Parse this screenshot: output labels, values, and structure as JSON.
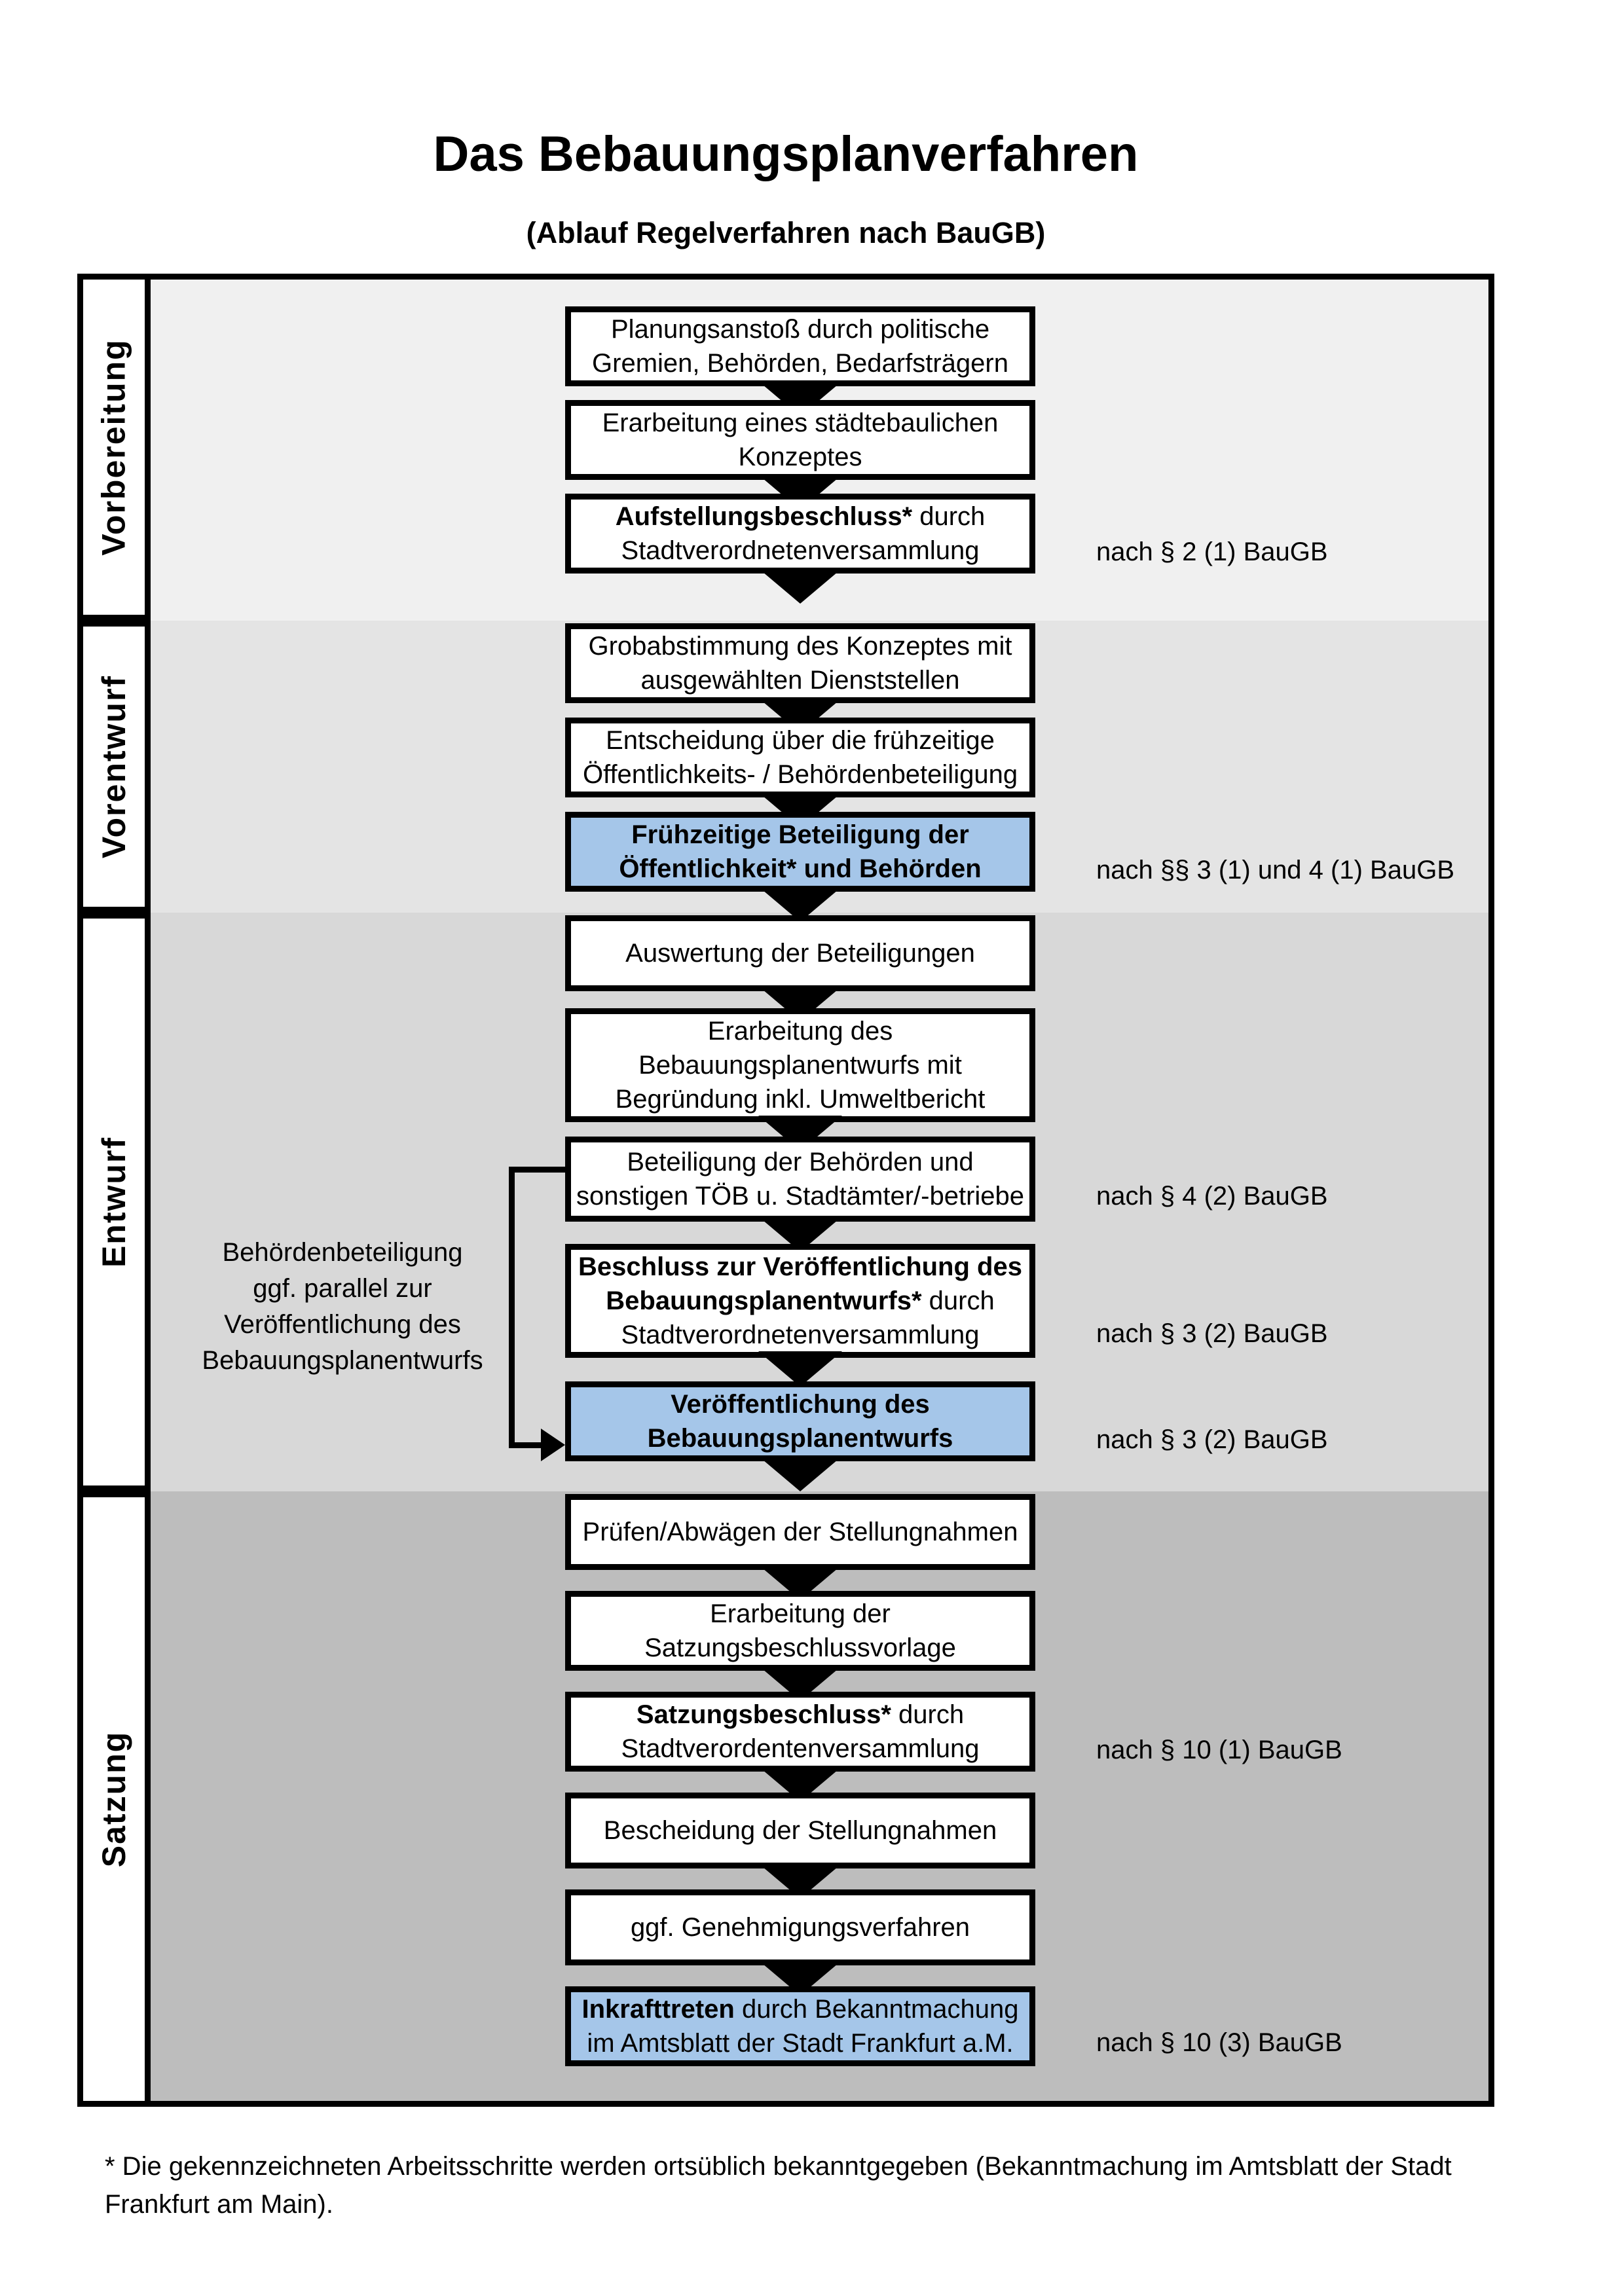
{
  "page": {
    "title": "Das Bebauungsplanverfahren",
    "subtitle": "(Ablauf Regelverfahren nach BauGB)"
  },
  "colors": {
    "highlight_box": "#a5c6e9",
    "box_border": "#000000",
    "phase_bg": [
      "#f0f0f0",
      "#e4e4e4",
      "#d8d8d8",
      "#bdbdbd"
    ]
  },
  "phases": [
    {
      "label": "Vorbereitung"
    },
    {
      "label": "Vorentwurf"
    },
    {
      "label": "Entwurf"
    },
    {
      "label": "Satzung"
    }
  ],
  "flow": {
    "boxes": [
      {
        "name": "planungsanstoss",
        "segments": [
          "Planungsanstoß durch politische",
          "Gremien, Behörden, Bedarfsträgern"
        ]
      },
      {
        "name": "staedtebauliches-konzept",
        "segments": [
          "Erarbeitung eines städtebaulichen",
          "Konzeptes"
        ]
      },
      {
        "name": "aufstellungsbeschluss",
        "segments": [
          "Aufstellungsbeschluss*",
          " durch",
          "Stadtverordnetenversammlung"
        ]
      },
      {
        "name": "grobabstimmung",
        "segments": [
          "Grobabstimmung des Konzeptes mit",
          "ausgewählten Dienststellen"
        ]
      },
      {
        "name": "entscheidung-fruehzeitig",
        "segments": [
          "Entscheidung über die frühzeitige",
          "Öffentlichkeits- / Behördenbeteiligung"
        ]
      },
      {
        "name": "fruehzeitige-beteiligung",
        "highlight": true,
        "segments": [
          "Frühzeitige Beteiligung der",
          "Öffentlichkeit* und Behörden"
        ]
      },
      {
        "name": "auswertung-beteiligungen",
        "segments": [
          "Auswertung der Beteiligungen"
        ]
      },
      {
        "name": "erarbeitung-entwurf",
        "segments": [
          "Erarbeitung des",
          "Bebauungsplanentwurfs mit",
          "Begründung inkl. Umweltbericht"
        ]
      },
      {
        "name": "beteiligung-behoerden",
        "segments": [
          "Beteiligung der Behörden und",
          "sonstigen TÖB u. Stadtämter/-betriebe"
        ]
      },
      {
        "name": "beschluss-veroeffentlichung",
        "segments": [
          "Beschluss zur Veröffentlichung des",
          "Bebauungsplanentwurfs*",
          " durch",
          "Stadtverordnetenversammlung"
        ]
      },
      {
        "name": "veroeffentlichung-entwurf",
        "highlight": true,
        "segments": [
          "Veröffentlichung des",
          "Bebauungsplanentwurfs"
        ]
      },
      {
        "name": "pruefen-abwaegen",
        "segments": [
          "Prüfen/Abwägen der Stellungnahmen"
        ]
      },
      {
        "name": "satzungsbeschlussvorlage",
        "segments": [
          "Erarbeitung der",
          "Satzungsbeschlussvorlage"
        ]
      },
      {
        "name": "satzungsbeschluss",
        "segments": [
          "Satzungsbeschluss*",
          " durch",
          "Stadtverordentenversammlung"
        ]
      },
      {
        "name": "bescheidung-stellungnahmen",
        "segments": [
          "Bescheidung der Stellungnahmen"
        ]
      },
      {
        "name": "genehmigungsverfahren",
        "segments": [
          "ggf. Genehmigungsverfahren"
        ]
      },
      {
        "name": "inkrafttreten",
        "highlight": true,
        "segments": [
          "Inkrafttreten",
          " durch Bekanntmachung",
          "im Amtsblatt der Stadt Frankfurt a.M."
        ]
      }
    ]
  },
  "annotations": [
    {
      "text": "nach § 2 (1) BauGB"
    },
    {
      "text": "nach §§ 3 (1) und 4 (1) BauGB"
    },
    {
      "text": "nach § 4 (2) BauGB"
    },
    {
      "text": "nach § 3 (2) BauGB"
    },
    {
      "text": "nach § 3 (2) BauGB"
    },
    {
      "text": "nach § 10 (1) BauGB"
    },
    {
      "text": "nach § 10 (3) BauGB"
    }
  ],
  "side_note": {
    "lines": [
      "Behördenbeteiligung",
      "ggf. parallel zur",
      "Veröffentlichung des",
      "Bebauungsplanentwurfs"
    ]
  },
  "footnote": {
    "lines": [
      "* Die gekennzeichneten Arbeitsschritte werden ortsüblich bekanntgegeben (Bekanntmachung im Amtsblatt  der Stadt",
      "Frankfurt am Main)."
    ]
  }
}
